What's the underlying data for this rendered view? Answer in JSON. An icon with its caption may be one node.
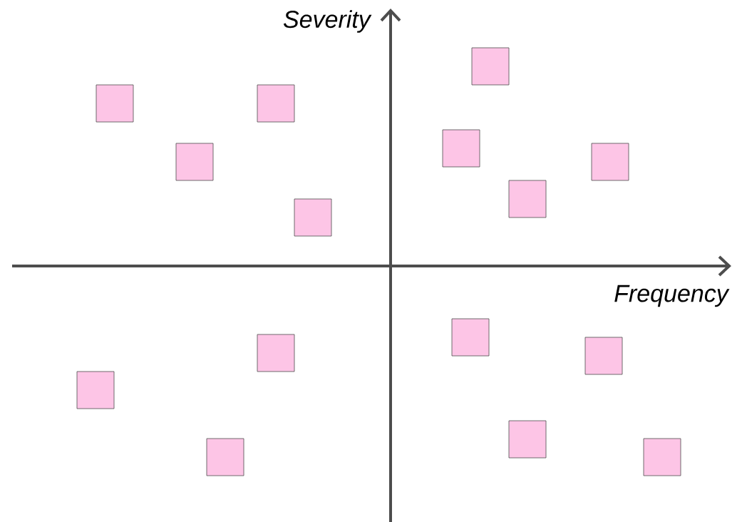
{
  "diagram": {
    "nodes": [
      {
        "text": [],
        "shape": "box"
      },
      {
        "text": [],
        "shape": "box"
      },
      {
        "text": [],
        "shape": "box"
      },
      {
        "text": [],
        "shape": "box"
      },
      {
        "text": [],
        "shape": "box"
      },
      {
        "text": [],
        "shape": "box"
      },
      {
        "text": [],
        "shape": "box"
      },
      {
        "text": [],
        "shape": "box"
      },
      {
        "text": [],
        "shape": "box"
      },
      {
        "text": [],
        "shape": "box"
      },
      {
        "text": [],
        "shape": "box"
      },
      {
        "text": [],
        "shape": "box"
      },
      {
        "text": [],
        "shape": "box"
      },
      {
        "text": [],
        "shape": "box"
      },
      {
        "text": [],
        "shape": "box"
      }
    ],
    "labels": [
      "Severity",
      "Frequency"
    ]
  }
}
